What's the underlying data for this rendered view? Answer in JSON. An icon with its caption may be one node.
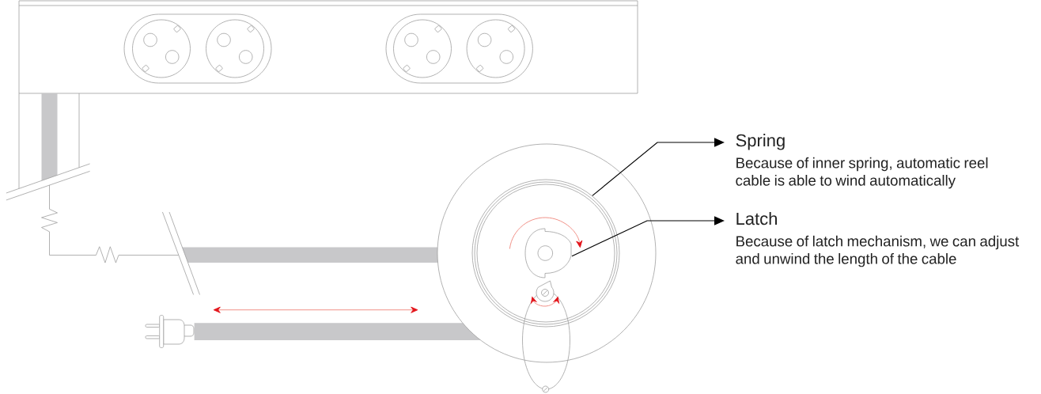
{
  "diagram": {
    "nodes": [
      {
        "text": [],
        "shape": "circle"
      },
      {
        "text": [],
        "shape": "circle",
        "in": 0
      },
      {
        "text": [
          "Spring",
          "Because of inner spring, automatic reel cable is able to wind automatically"
        ]
      },
      {
        "text": [
          "Latch",
          "Because of latch mechanism, we can adjust and unwind the length of the cable"
        ]
      }
    ],
    "edges": [
      {
        "from": 0,
        "to": 2,
        "arrow": "to"
      },
      {
        "from": 1,
        "to": 3,
        "arrow": "to"
      }
    ]
  }
}
